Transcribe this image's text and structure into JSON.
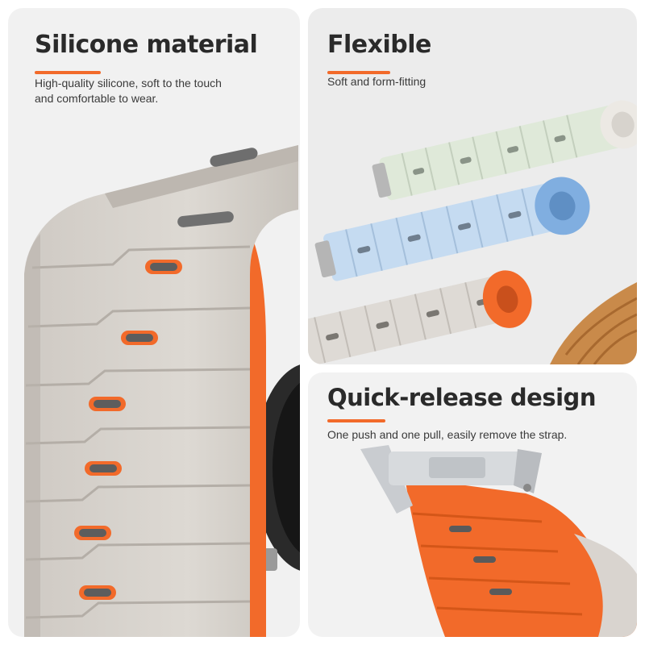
{
  "accent_color": "#f26a2a",
  "panels": [
    {
      "heading": "Silicone material",
      "description_lines": [
        "High-quality silicone, soft to the touch",
        "and comfortable to wear."
      ],
      "image": "gray-orange-silicone-strap-on-watch"
    },
    {
      "heading": "Flexible",
      "description": "Soft and form-fitting",
      "image": "three-rolled-straps-green-blue-gray"
    },
    {
      "heading": "Quick-release design",
      "description": "One push and one pull, easily remove the strap.",
      "image": "quick-release-pin-orange-strap"
    }
  ]
}
